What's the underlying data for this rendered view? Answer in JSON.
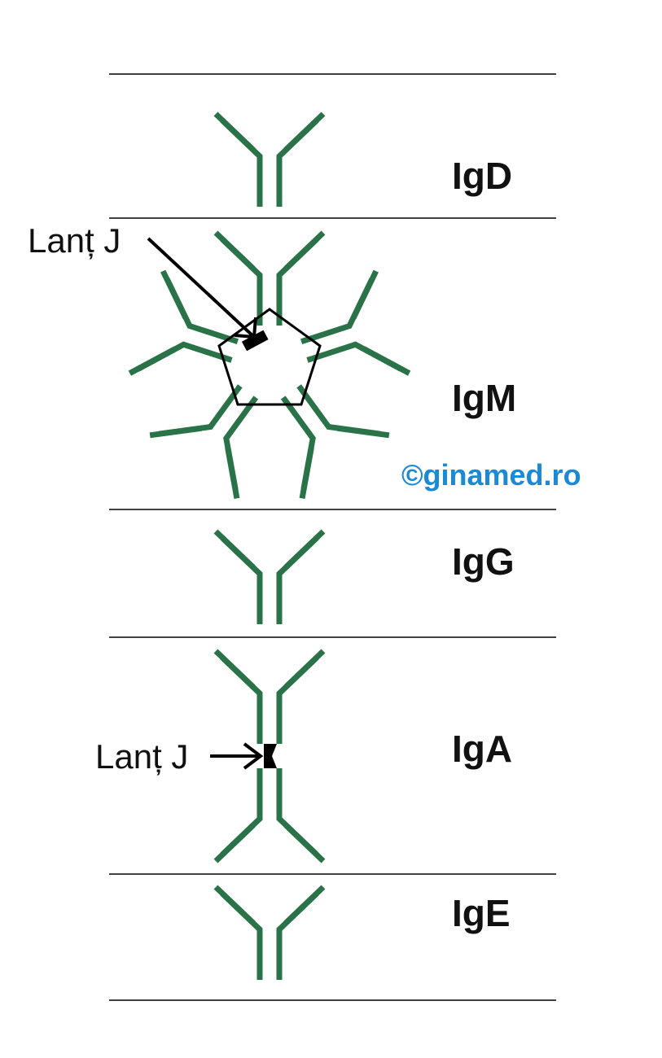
{
  "colors": {
    "antibody": "#2a7349",
    "line": "#000000",
    "watermark": "#1a8ad4"
  },
  "labels": {
    "igd": "IgD",
    "igm": "IgM",
    "igg": "IgG",
    "iga": "IgA",
    "ige": "IgE"
  },
  "j_chain_label": "Lanț J",
  "watermark": "©ginamed.ro",
  "icons": {
    "antibody": "y-shaped-antibody-icon",
    "j_chain": "j-chain-marker-icon",
    "pentamer": "pentagon-core-icon"
  }
}
